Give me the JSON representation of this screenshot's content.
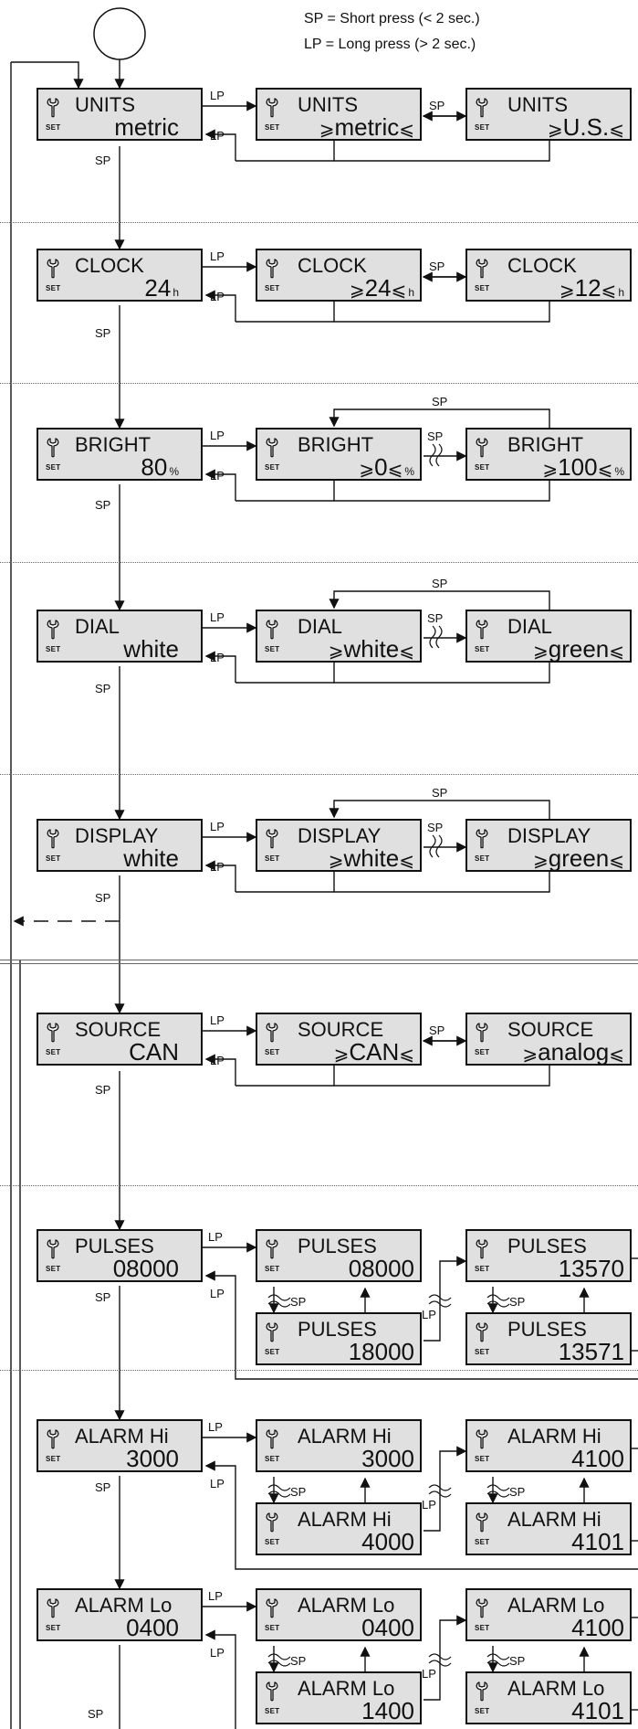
{
  "legend": {
    "sp": "SP = Short press (< 2 sec.)",
    "lp": "LP = Long press (> 2 sec.)"
  },
  "labels": {
    "sp": "SP",
    "lp": "LP",
    "set": "SET"
  },
  "marks": {
    "left": "⩾",
    "right": "⩽"
  },
  "sections": {
    "units": {
      "title": "UNITS",
      "value": "metric",
      "opt1": "metric",
      "opt2": "U.S."
    },
    "clock": {
      "title": "CLOCK",
      "value": "24",
      "unit": "h",
      "opt1": "24",
      "opt2": "12"
    },
    "bright": {
      "title": "BRIGHT",
      "value": "80",
      "unit": "%",
      "opt1": "0",
      "opt2": "100"
    },
    "dial": {
      "title": "DIAL",
      "value": "white",
      "opt1": "white",
      "opt2": "green"
    },
    "display": {
      "title": "DISPLAY",
      "value": "white",
      "opt1": "white",
      "opt2": "green"
    },
    "source": {
      "title": "SOURCE",
      "value": "CAN",
      "opt1": "CAN",
      "opt2": "analog"
    },
    "pulses": {
      "title": "PULSES",
      "value": "08000",
      "e1": "08000",
      "e2": "18000",
      "e3": "13570",
      "e4": "13571"
    },
    "alarmhi": {
      "title": "ALARM Hi",
      "value": "3000",
      "e1": "3000",
      "e2": "4000",
      "e3": "4100",
      "e4": "4101"
    },
    "alarmlo": {
      "title": "ALARM Lo",
      "value": "0400",
      "e1": "0400",
      "e2": "1400",
      "e3": "4100",
      "e4": "4101"
    }
  },
  "colors": {
    "box": "#e0e0e0",
    "line": "#111111"
  }
}
